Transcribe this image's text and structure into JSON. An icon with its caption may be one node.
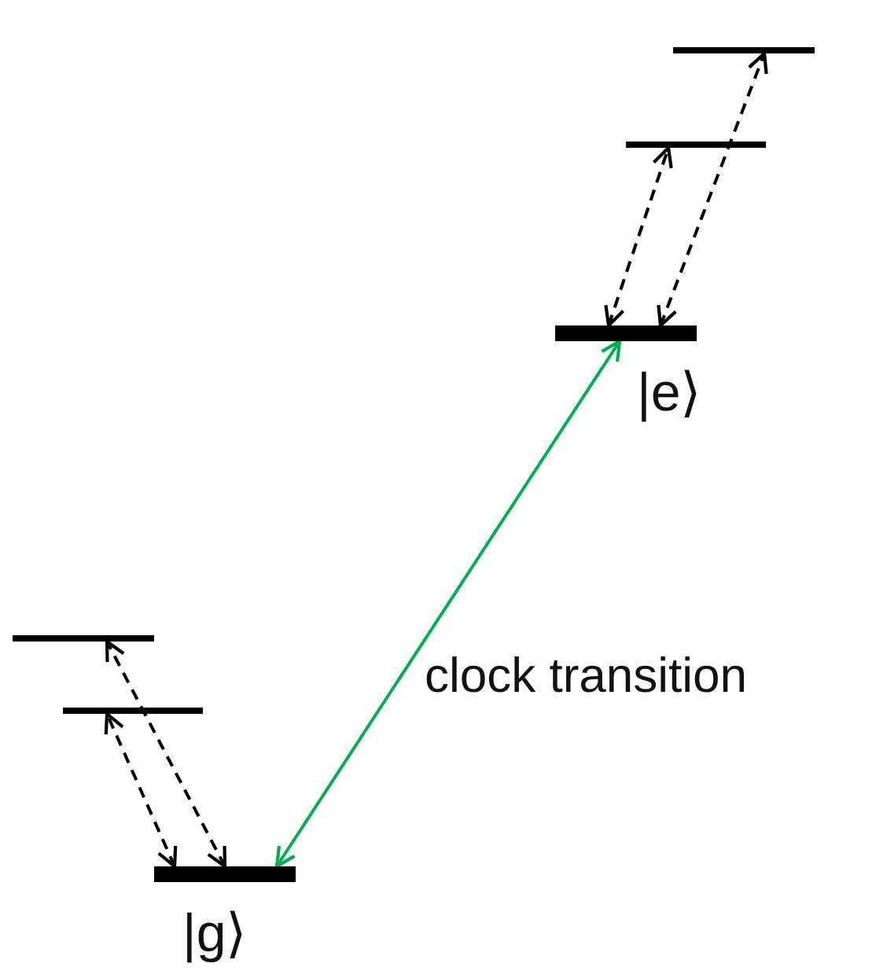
{
  "diagram": {
    "nodes": [
      {
        "text": [],
        "shape": "bar"
      },
      {
        "text": [],
        "shape": "bar"
      },
      {
        "text": [
          "|e⟩"
        ]
      },
      {
        "text": [],
        "shape": "bar"
      },
      {
        "text": [],
        "shape": "bar"
      },
      {
        "text": [
          "|g⟩"
        ]
      }
    ],
    "edges": [
      {
        "from": 2,
        "to": 1,
        "arrow": "both",
        "style": "dashed"
      },
      {
        "from": 2,
        "to": 0,
        "arrow": "both",
        "style": "dashed"
      },
      {
        "from": 5,
        "to": 4,
        "arrow": "both",
        "style": "dashed"
      },
      {
        "from": 5,
        "to": 3,
        "arrow": "both",
        "style": "dashed"
      },
      {
        "from": 5,
        "to": 2,
        "label": "clock transition",
        "arrow": "both",
        "color": "#00b050"
      }
    ]
  }
}
